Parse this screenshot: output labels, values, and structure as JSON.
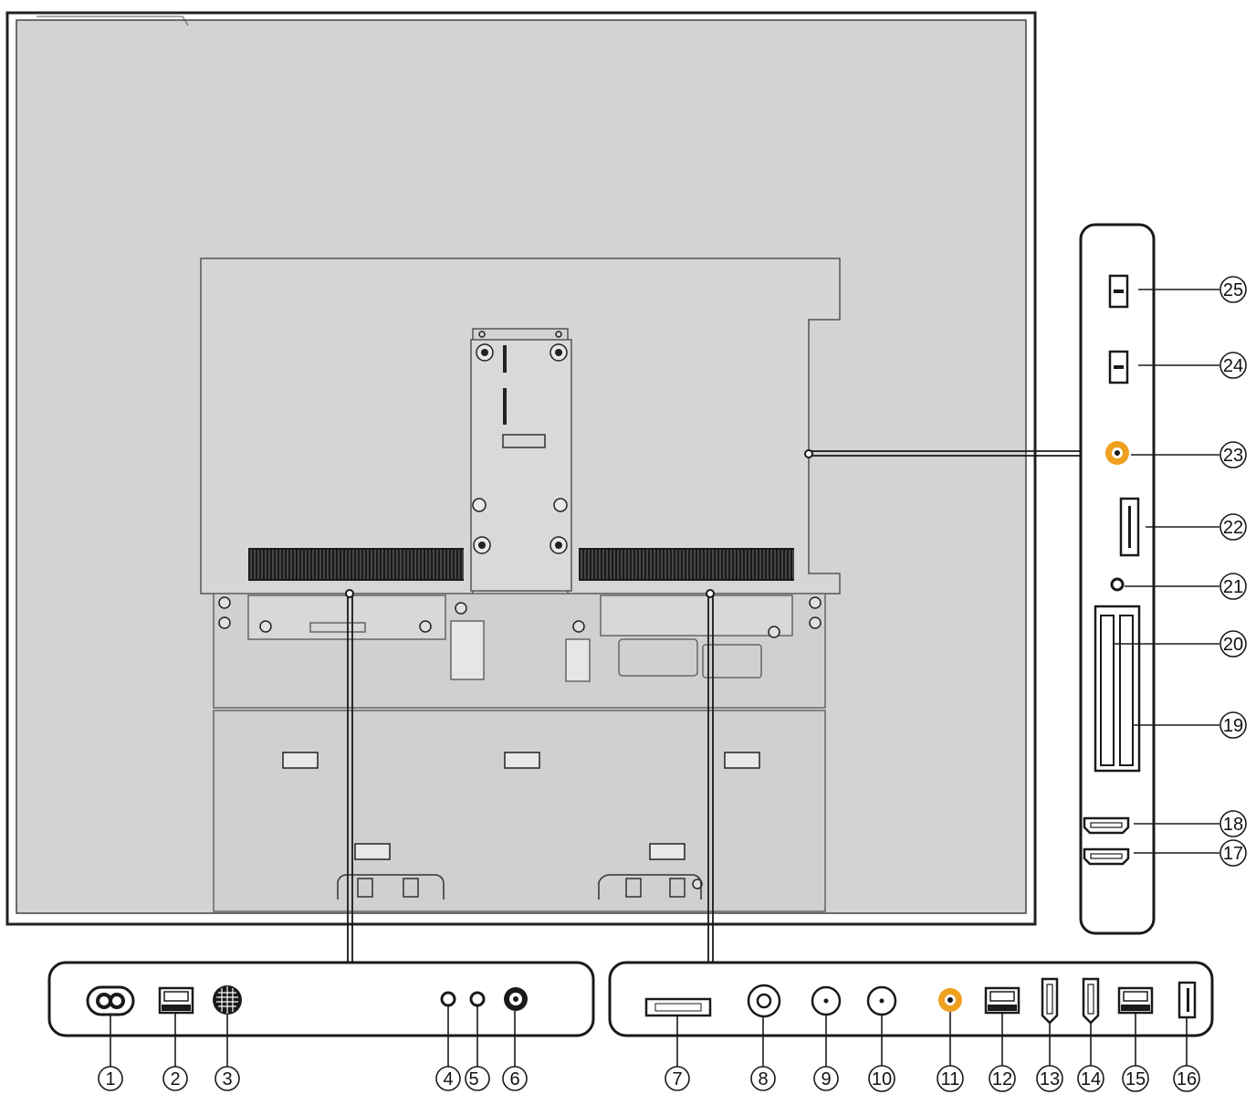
{
  "callouts": {
    "c1": "1",
    "c2": "2",
    "c3": "3",
    "c4": "4",
    "c5": "5",
    "c6": "6",
    "c7": "7",
    "c8": "8",
    "c9": "9",
    "c10": "10",
    "c11": "11",
    "c12": "12",
    "c13": "13",
    "c14": "14",
    "c15": "15",
    "c16": "16",
    "c17": "17",
    "c18": "18",
    "c19": "19",
    "c20": "20",
    "c21": "21",
    "c22": "22",
    "c23": "23",
    "c24": "24",
    "c25": "25"
  },
  "colors": {
    "tv_back": "#d3d3d3",
    "frame": "#333333",
    "panel": "#ffffff",
    "outline": "#1a1a1a",
    "vent": "#1a1a1a",
    "accent_orange": "#f0a020"
  }
}
